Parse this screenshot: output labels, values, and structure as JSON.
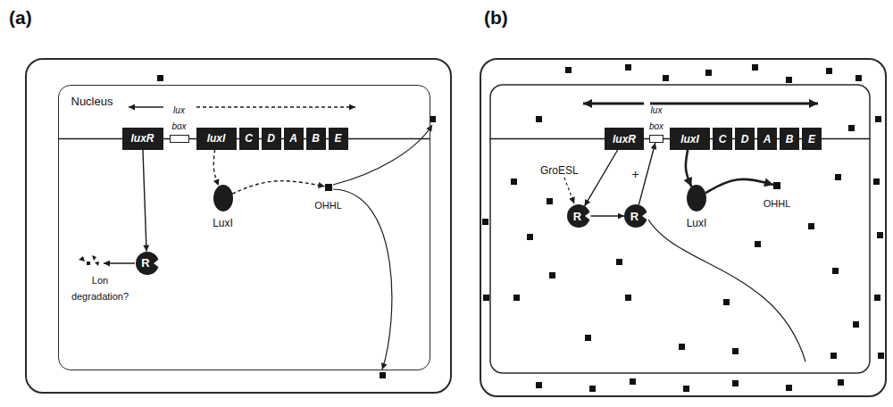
{
  "diagram": {
    "nodes": [
      {
        "text": [
          "(a)"
        ]
      },
      {
        "text": [
          "Nucleus"
        ],
        "in": 0
      },
      {
        "text": [
          "luxR"
        ],
        "in": 1
      },
      {
        "text": [
          "lux box"
        ],
        "in": 1
      },
      {
        "text": [
          "luxI"
        ],
        "in": 1
      },
      {
        "text": [
          "C"
        ],
        "in": 1
      },
      {
        "text": [
          "D"
        ],
        "in": 1
      },
      {
        "text": [
          "A"
        ],
        "in": 1
      },
      {
        "text": [
          "B"
        ],
        "in": 1
      },
      {
        "text": [
          "E"
        ],
        "in": 1
      },
      {
        "text": [
          "LuxI"
        ],
        "in": 1
      },
      {
        "text": [
          "OHHL"
        ],
        "in": 1
      },
      {
        "text": [
          "R"
        ],
        "in": 1
      },
      {
        "text": [
          "(b)"
        ]
      },
      {
        "text": [
          "luxR"
        ],
        "in": 13
      },
      {
        "text": [
          "lux box"
        ],
        "in": 13
      },
      {
        "text": [
          "luxI"
        ],
        "in": 13
      },
      {
        "text": [
          "C"
        ],
        "in": 13
      },
      {
        "text": [
          "D"
        ],
        "in": 13
      },
      {
        "text": [
          "A"
        ],
        "in": 13
      },
      {
        "text": [
          "B"
        ],
        "in": 13
      },
      {
        "text": [
          "E"
        ],
        "in": 13
      },
      {
        "text": [
          "R"
        ],
        "in": 13
      },
      {
        "text": [
          "R"
        ],
        "in": 13
      },
      {
        "text": [
          "LuxI"
        ],
        "in": 13
      },
      {
        "text": [
          "OHHL"
        ],
        "in": 13
      }
    ],
    "edges": [
      {
        "from": 2,
        "to": 12,
        "arrow": "to"
      },
      {
        "from": 4,
        "to": 10,
        "arrow": "to"
      },
      {
        "from": 10,
        "to": 11,
        "arrow": "to"
      },
      {
        "from": 14,
        "to": 22,
        "arrow": "to"
      },
      {
        "from": 22,
        "to": 23,
        "arrow": "to"
      },
      {
        "from": 23,
        "to": 15,
        "label": "+",
        "arrow": "to"
      },
      {
        "from": 16,
        "to": 24,
        "arrow": "to"
      },
      {
        "from": 24,
        "to": 25,
        "arrow": "to"
      }
    ],
    "labels": [
      "Lon degradation?",
      "GroESL"
    ]
  }
}
